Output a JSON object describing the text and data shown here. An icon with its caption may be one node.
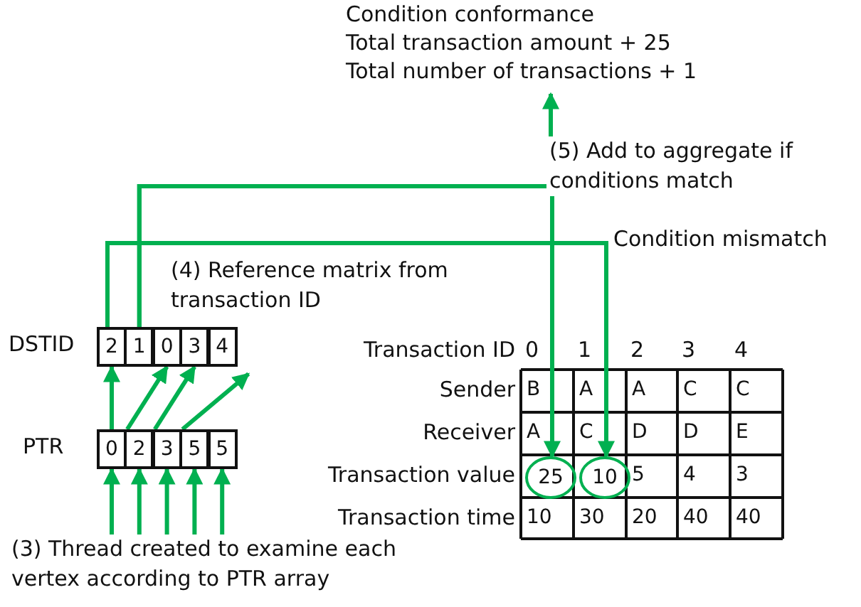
{
  "diagram": {
    "nodes": [
      {
        "text": [
          "2"
        ]
      },
      {
        "text": [
          "1"
        ]
      },
      {
        "text": [
          "0"
        ]
      },
      {
        "text": [
          "3"
        ]
      },
      {
        "text": [
          "4"
        ]
      },
      {
        "text": [
          "0"
        ]
      },
      {
        "text": [
          "2"
        ]
      },
      {
        "text": [
          "3"
        ]
      },
      {
        "text": [
          "5"
        ]
      },
      {
        "text": [
          "5"
        ]
      },
      {
        "text": [
          "Condition conformance",
          "Total transaction amount + 25",
          "Total number of transactions + 1"
        ]
      },
      {
        "text": [
          "25"
        ]
      },
      {
        "text": [
          "10"
        ]
      },
      {
        "text": [
          "(3) Thread created to examine each vertex according to PTR array"
        ]
      }
    ],
    "edges": [
      {
        "from": 13,
        "to": 5,
        "arrow": "to"
      },
      {
        "from": 13,
        "to": 6,
        "arrow": "to"
      },
      {
        "from": 13,
        "to": 7,
        "arrow": "to"
      },
      {
        "from": 13,
        "to": 8,
        "arrow": "to"
      },
      {
        "from": 13,
        "to": 9,
        "arrow": "to"
      },
      {
        "from": 5,
        "to": 0,
        "arrow": "to"
      },
      {
        "from": 6,
        "to": 2,
        "arrow": "to"
      },
      {
        "from": 7,
        "to": 3,
        "arrow": "to"
      },
      {
        "from": 8,
        "to": 4,
        "arrow": "to"
      },
      {
        "from": 1,
        "to": 11,
        "arrow": "to"
      },
      {
        "from": 1,
        "to": 10,
        "arrow": "to",
        "label": "(5) Add to aggregate if conditions match"
      },
      {
        "from": 0,
        "to": 12,
        "arrow": "to",
        "label": "Condition mismatch"
      }
    ],
    "labels": [
      "DSTID",
      "PTR",
      "(4) Reference matrix from transaction ID",
      "Transaction ID",
      "0",
      "1",
      "2",
      "3",
      "4",
      "Sender",
      "B",
      "A",
      "A",
      "C",
      "C",
      "Receiver",
      "A",
      "C",
      "D",
      "D",
      "E",
      "Transaction value",
      "5",
      "4",
      "3",
      "Transaction time",
      "10",
      "30",
      "20",
      "40",
      "40"
    ]
  }
}
